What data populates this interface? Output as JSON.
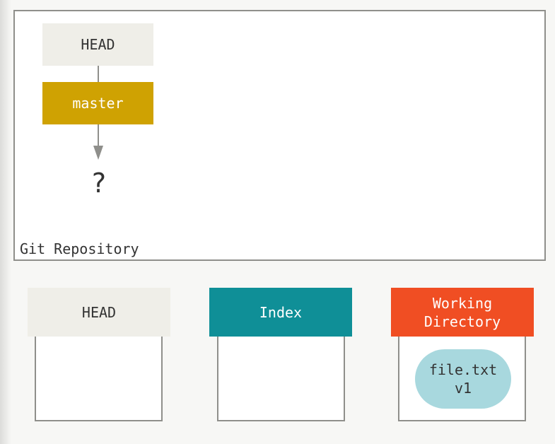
{
  "repository": {
    "label": "Git Repository",
    "head_label": "HEAD",
    "branch_label": "master",
    "unknown_commit": "?"
  },
  "areas": [
    {
      "label": "HEAD",
      "color": "#efeee8",
      "text_color": "#333333"
    },
    {
      "label": "Index",
      "color": "#0f8f97",
      "text_color": "#ffffff"
    },
    {
      "label": "Working\nDirectory",
      "color": "#f04e23",
      "text_color": "#ffffff"
    }
  ],
  "working_directory": {
    "file": "file.txt\nv1",
    "file_color": "#a8d8de"
  },
  "colors": {
    "branch": "#cfa202",
    "border": "#8f8f8b",
    "text": "#333333"
  }
}
